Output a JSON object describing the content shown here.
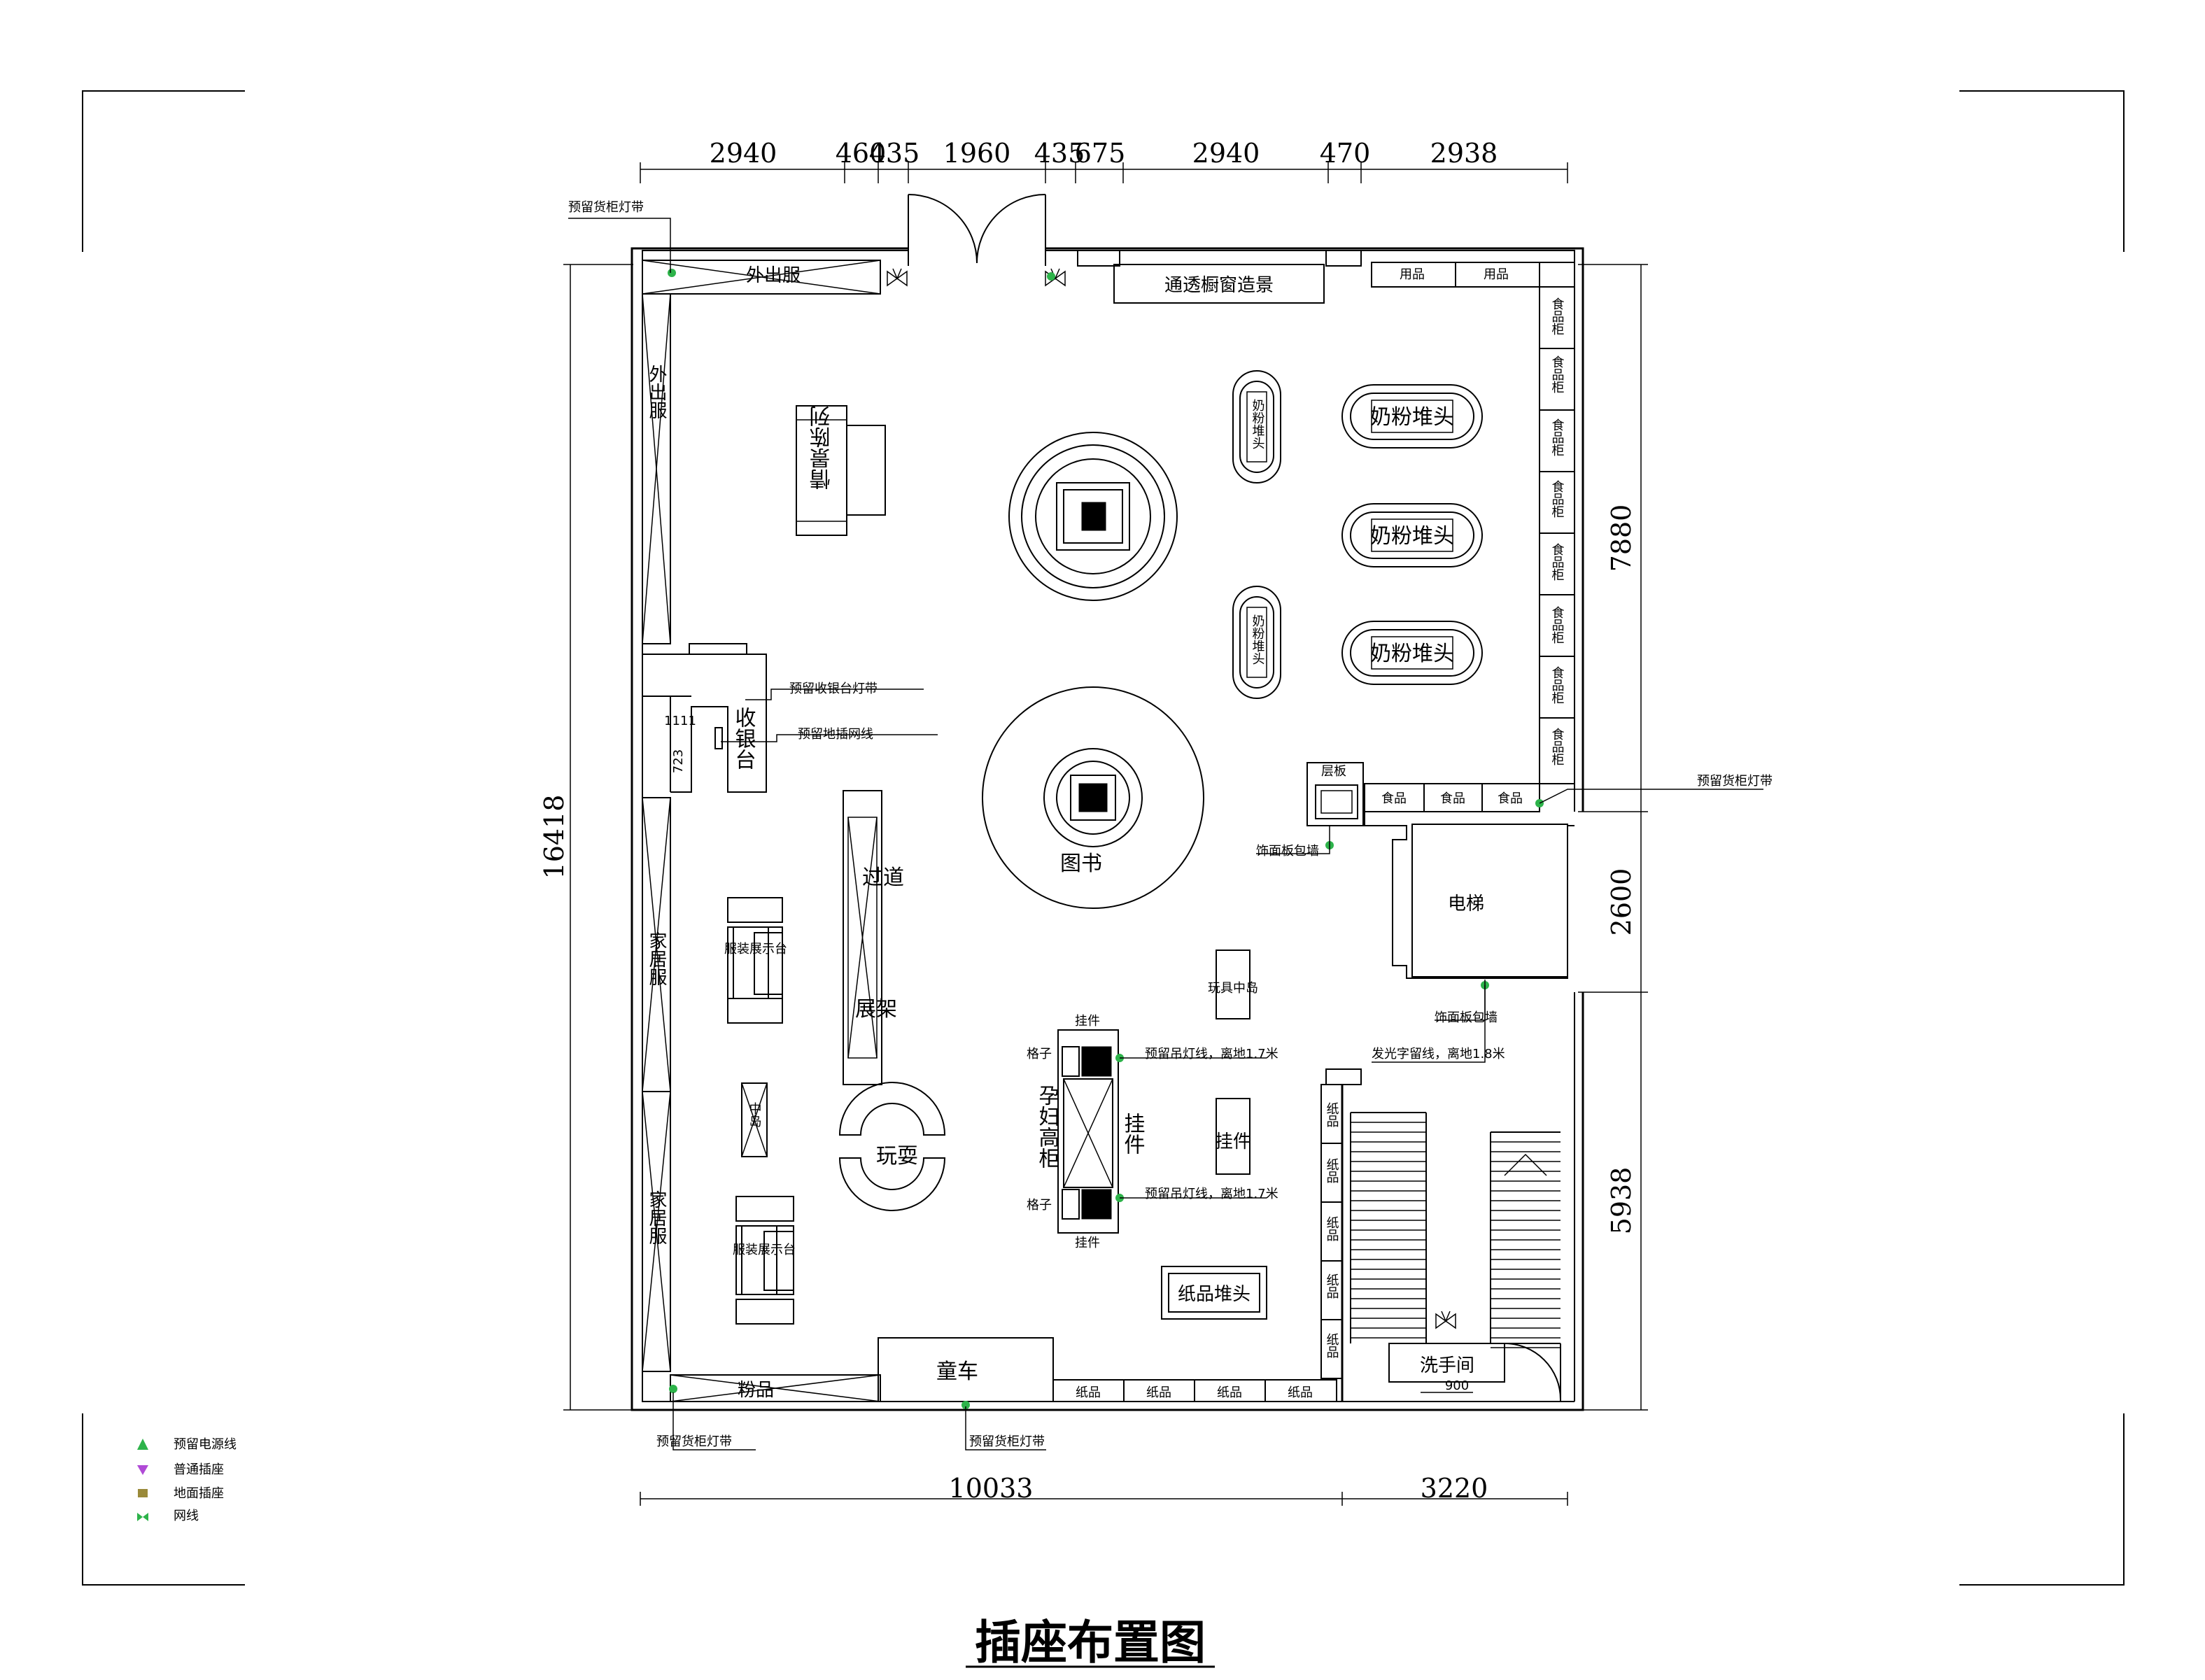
{
  "title": "插座布置图",
  "dimensions_top": [
    "2940",
    "460",
    "435",
    "1960",
    "435",
    "675",
    "2940",
    "470",
    "2938"
  ],
  "dimensions_bottom": [
    "10033",
    "3220"
  ],
  "dimension_left": "16418",
  "dimensions_right": [
    "7880",
    "2600",
    "5938"
  ],
  "rooms": {
    "outerwear_top": "外出服",
    "showcase": "通透橱窗造景",
    "supplies_1": "用品",
    "supplies_2": "用品",
    "outerwear_side": "外出服",
    "scene_display": "情景陈列",
    "formula_1": "奶粉堆头",
    "formula_2": "奶粉堆头",
    "formula_3": "奶粉堆头",
    "end_cap_1": "奶粉堆头",
    "end_cap_2": "奶粉堆头",
    "books": "图书",
    "cashier": "收银台",
    "aisle": "过道",
    "shelf": "展架",
    "clothing_display_1": "服装展示台",
    "clothing_display_2": "服装展示台",
    "play": "玩耍",
    "maternity_cabinet": "孕妇高柜",
    "hanging_1": "挂件",
    "hanging_2": "挂件",
    "toys": "玩具中岛",
    "elevator": "电梯",
    "shelf_board": "层板",
    "diaper_pile": "纸品堆头",
    "stroller": "童车",
    "washroom": "洗手间",
    "homewear_1": "家居服",
    "homewear_2": "家居服",
    "mid_island": "中岛",
    "small_items": "粉品"
  },
  "food_shelves_right": [
    "食品柜",
    "食品柜",
    "食品柜",
    "食品柜",
    "食品柜",
    "食品柜",
    "食品柜",
    "食品柜"
  ],
  "food_bottom": [
    "食品",
    "食品",
    "食品"
  ],
  "paper_bottom": [
    "纸品",
    "纸品",
    "纸品",
    "纸品"
  ],
  "paper_side": [
    "纸品",
    "纸品",
    "纸品",
    "纸品",
    "纸品"
  ],
  "annotations": {
    "light_top_left": "预留货柜灯带",
    "cashier_light": "预留收银台灯带",
    "floor_network": "预留地插网线",
    "light_right": "预留货柜灯带",
    "panel_wrap_1": "饰面板包墙",
    "panel_wrap_2": "饰面板包墙",
    "logo_wire": "发光字留线，离地1.8米",
    "ceiling_light_1": "预留吊灯线，离地1.7米",
    "ceiling_light_2": "预留吊灯线，离地1.7米",
    "light_bottom_left": "预留货柜灯带",
    "light_bottom_mid": "预留货柜灯带",
    "hook_top": "挂件",
    "hook_bottom": "挂件",
    "rack_1": "格子",
    "rack_2": "格子",
    "cashier_code_1": "1111",
    "cashier_code_2": "723",
    "washroom_width": "900"
  },
  "legend": [
    {
      "icon": "power-wire-icon",
      "label": "预留电源线",
      "color": "#2db34a"
    },
    {
      "icon": "socket-icon",
      "label": "普通插座",
      "color": "#b04ad6"
    },
    {
      "icon": "floor-socket-icon",
      "label": "地面插座",
      "color": "#9a8a3a"
    },
    {
      "icon": "network-icon",
      "label": "网线",
      "color": "#2db34a"
    }
  ]
}
